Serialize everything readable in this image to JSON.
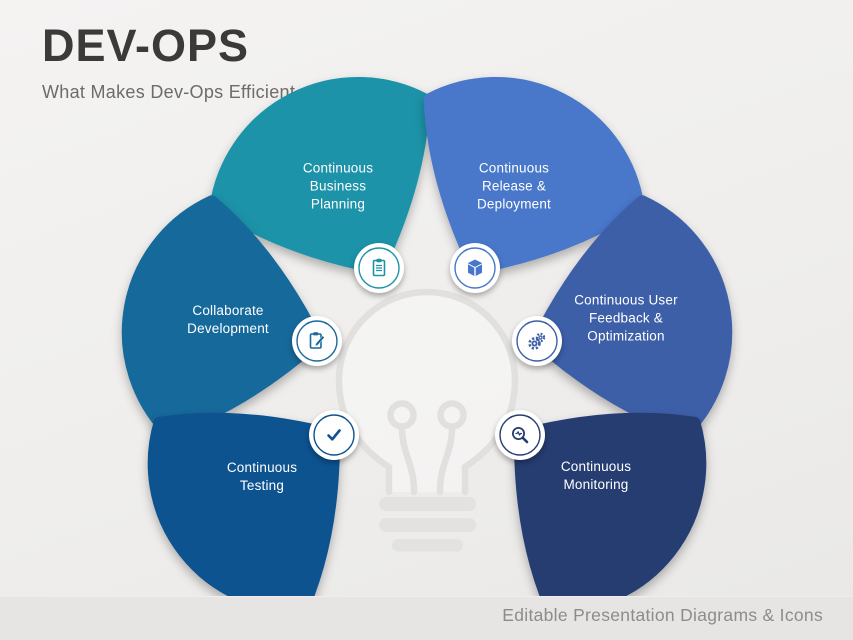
{
  "slide": {
    "title": "DEV-OPS",
    "subtitle": "What Makes Dev-Ops Efficient",
    "footer": "Editable Presentation Diagrams & Icons"
  },
  "diagram": {
    "center_motif": "lightbulb",
    "center_color": "#e1e0de",
    "segments": [
      {
        "label": "Continuous\nBusiness\nPlanning",
        "color": "#1D93A8",
        "icon": "clipboard-checklist-icon"
      },
      {
        "label": "Continuous\nRelease &\nDeployment",
        "color": "#4877CA",
        "icon": "package-box-icon"
      },
      {
        "label": "Collaborate\nDevelopment",
        "color": "#19699B",
        "icon": "clipboard-pencil-icon"
      },
      {
        "label": "Continuous User\nFeedback &\nOptimization",
        "color": "#3C5FA8",
        "icon": "gears-icon"
      },
      {
        "label": "Continuous\nTesting",
        "color": "#0E5290",
        "icon": "checkmark-icon"
      },
      {
        "label": "Continuous\nMonitoring",
        "color": "#263D72",
        "icon": "magnifier-pulse-icon"
      }
    ]
  }
}
